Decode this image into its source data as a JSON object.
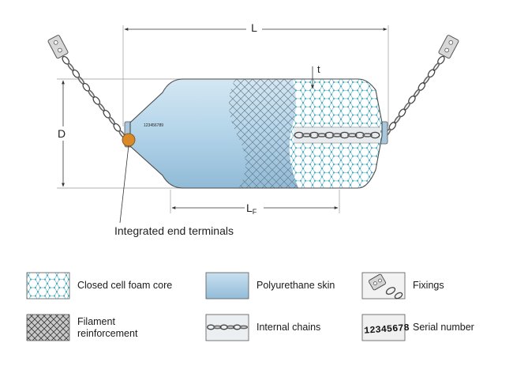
{
  "diagram": {
    "dimension_length": "L",
    "dimension_diameter": "D",
    "dimension_thickness": "t",
    "dimension_foam_length": "L",
    "dimension_foam_length_sub": "F",
    "serial_stamp": "123456789",
    "callout_terminals": "Integrated end terminals"
  },
  "legend": [
    {
      "id": "foam",
      "icon": "foam-core-icon",
      "label": "Closed cell foam core"
    },
    {
      "id": "skin",
      "icon": "polyurethane-skin-icon",
      "label": "Polyurethane skin"
    },
    {
      "id": "fixings",
      "icon": "fixings-icon",
      "label": "Fixings"
    },
    {
      "id": "filament",
      "icon": "filament-reinforcement-icon",
      "label": "Filament reinforcement"
    },
    {
      "id": "chains",
      "icon": "internal-chains-icon",
      "label": "Internal chains"
    },
    {
      "id": "serial",
      "icon": "serial-number-icon",
      "label": "Serial number",
      "swatch_text": "12345678"
    }
  ],
  "colors": {
    "skin": "#a9cce3",
    "foam_dot": "#5fb3c6",
    "line": "#555555"
  }
}
